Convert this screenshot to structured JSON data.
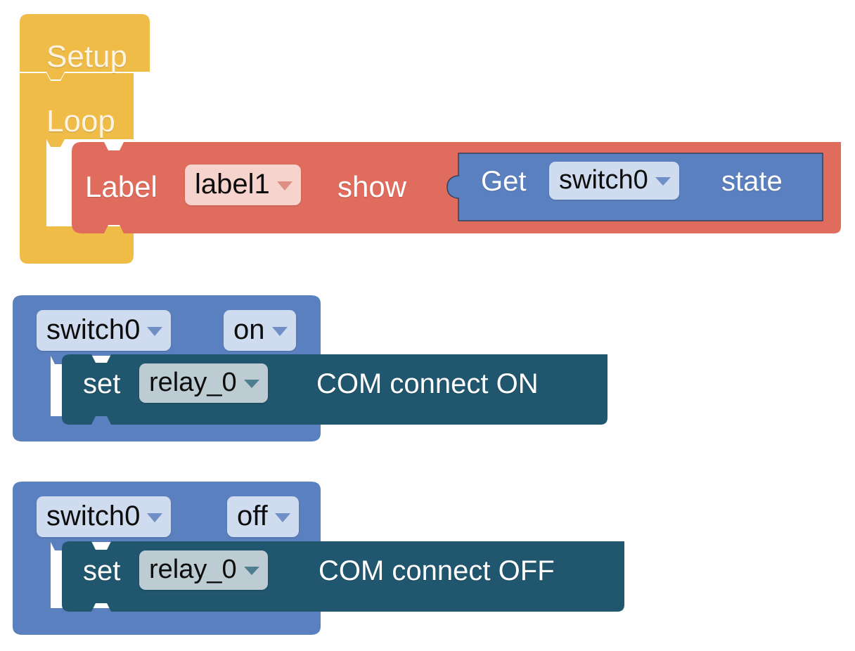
{
  "app": {
    "kind": "visual-block-programming-canvas",
    "background": "#fefefe"
  },
  "palette": {
    "yellow_event": "#efbc48",
    "yellow_text": "#fdf3de",
    "red_block": "#e06c5e",
    "red_field": "#f7d3cd",
    "blue_block": "#5b80bf",
    "blue_field": "#cfdbee",
    "teal_block": "#20566e",
    "teal_field": "#bcccd2",
    "white_text": "#ffffff",
    "dark_text": "#0d0d0d"
  },
  "blocks": {
    "setup_loop": {
      "setup_label": "Setup",
      "loop_label": "Loop"
    },
    "label_show": {
      "prefix_label": "Label",
      "target_field": "label1",
      "action_label": "show",
      "dropdown_icon": "chevron-down-icon"
    },
    "get_state": {
      "prefix_label": "Get",
      "source_field": "switch0",
      "suffix_label": "state",
      "dropdown_icon": "chevron-down-icon"
    },
    "event_on": {
      "component_field": "switch0",
      "event_field": "on",
      "dropdown_icon": "chevron-down-icon",
      "inner": {
        "prefix_label": "set",
        "target_field": "relay_0",
        "action_label": "COM connect ON",
        "dropdown_icon": "chevron-down-icon"
      }
    },
    "event_off": {
      "component_field": "switch0",
      "event_field": "off",
      "dropdown_icon": "chevron-down-icon",
      "inner": {
        "prefix_label": "set",
        "target_field": "relay_0",
        "action_label": "COM connect OFF",
        "dropdown_icon": "chevron-down-icon"
      }
    }
  }
}
